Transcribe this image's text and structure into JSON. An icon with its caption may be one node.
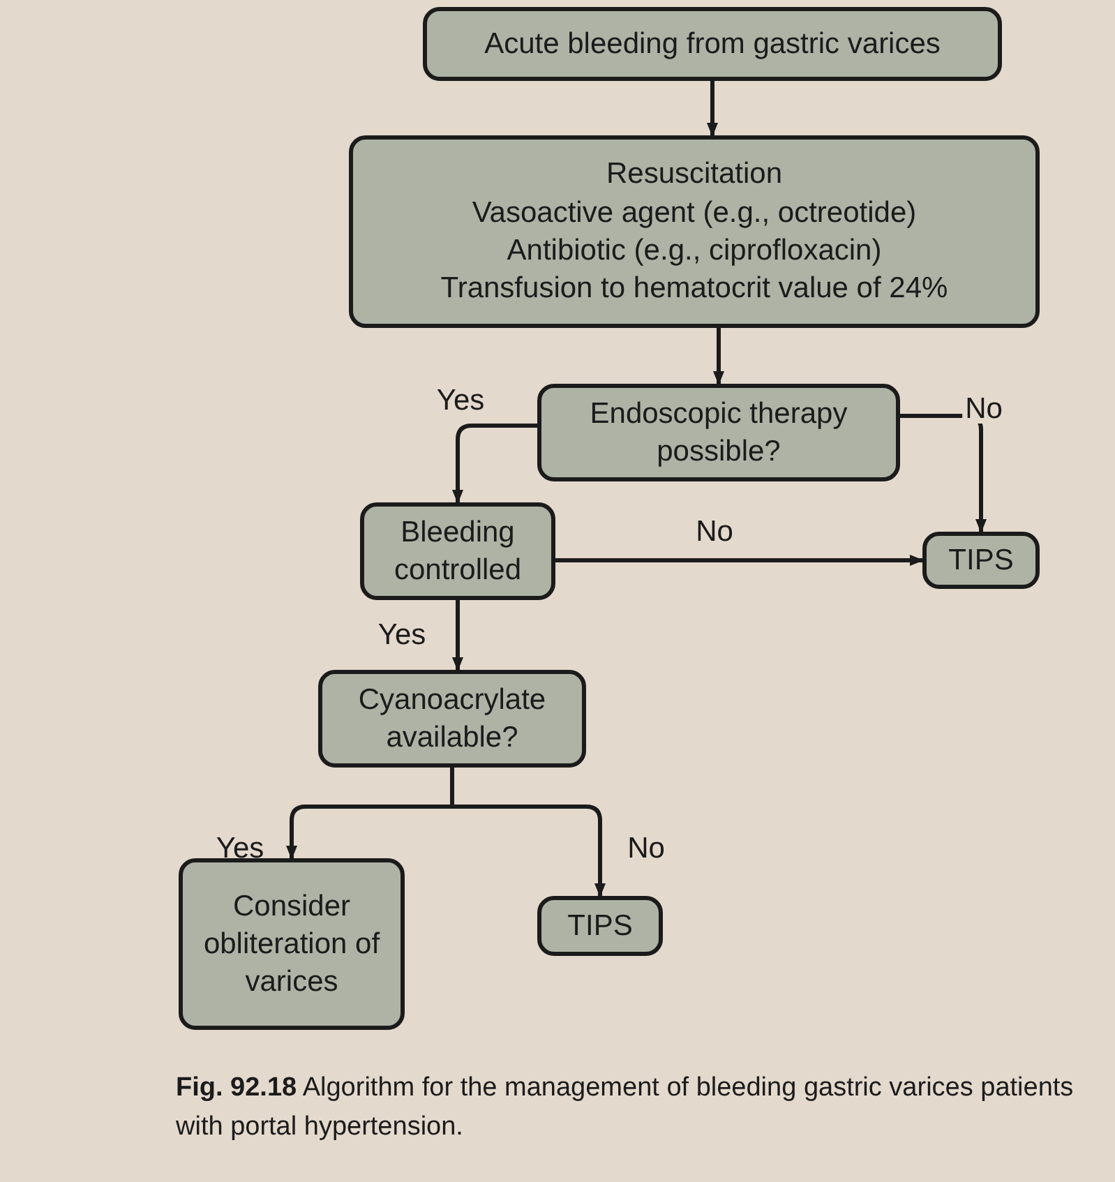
{
  "diagram": {
    "caption": "**Fig. 92.18** Algorithm for the management of bleeding gastric varices patients with portal hypertension.",
    "nodes": [
      {
        "text": [
          "Acute bleeding from gastric varices"
        ]
      },
      {
        "text": [
          "Resuscitation",
          "Vasoactive agent (e.g., octreotide)",
          "Antibiotic (e.g., ciprofloxacin)",
          "Transfusion to hematocrit value of 24%"
        ]
      },
      {
        "text": [
          "Endoscopic therapy possible?"
        ]
      },
      {
        "text": [
          "Bleeding controlled"
        ]
      },
      {
        "text": [
          "TIPS"
        ]
      },
      {
        "text": [
          "Cyanoacrylate available?"
        ]
      },
      {
        "text": [
          "Consider obliteration of varices"
        ]
      },
      {
        "text": [
          "TIPS"
        ]
      }
    ],
    "edges": [
      {
        "from": 0,
        "to": 1,
        "arrow": "to"
      },
      {
        "from": 1,
        "to": 2,
        "arrow": "to"
      },
      {
        "from": 2,
        "to": 3,
        "arrow": "to",
        "label": "Yes"
      },
      {
        "from": 2,
        "to": 4,
        "arrow": "to",
        "label": "No"
      },
      {
        "from": 3,
        "to": 4,
        "arrow": "to",
        "label": "No"
      },
      {
        "from": 3,
        "to": 5,
        "arrow": "to",
        "label": "Yes"
      },
      {
        "from": 5,
        "to": 6,
        "arrow": "to",
        "label": "Yes"
      },
      {
        "from": 5,
        "to": 7,
        "arrow": "to",
        "label": "No"
      }
    ]
  }
}
